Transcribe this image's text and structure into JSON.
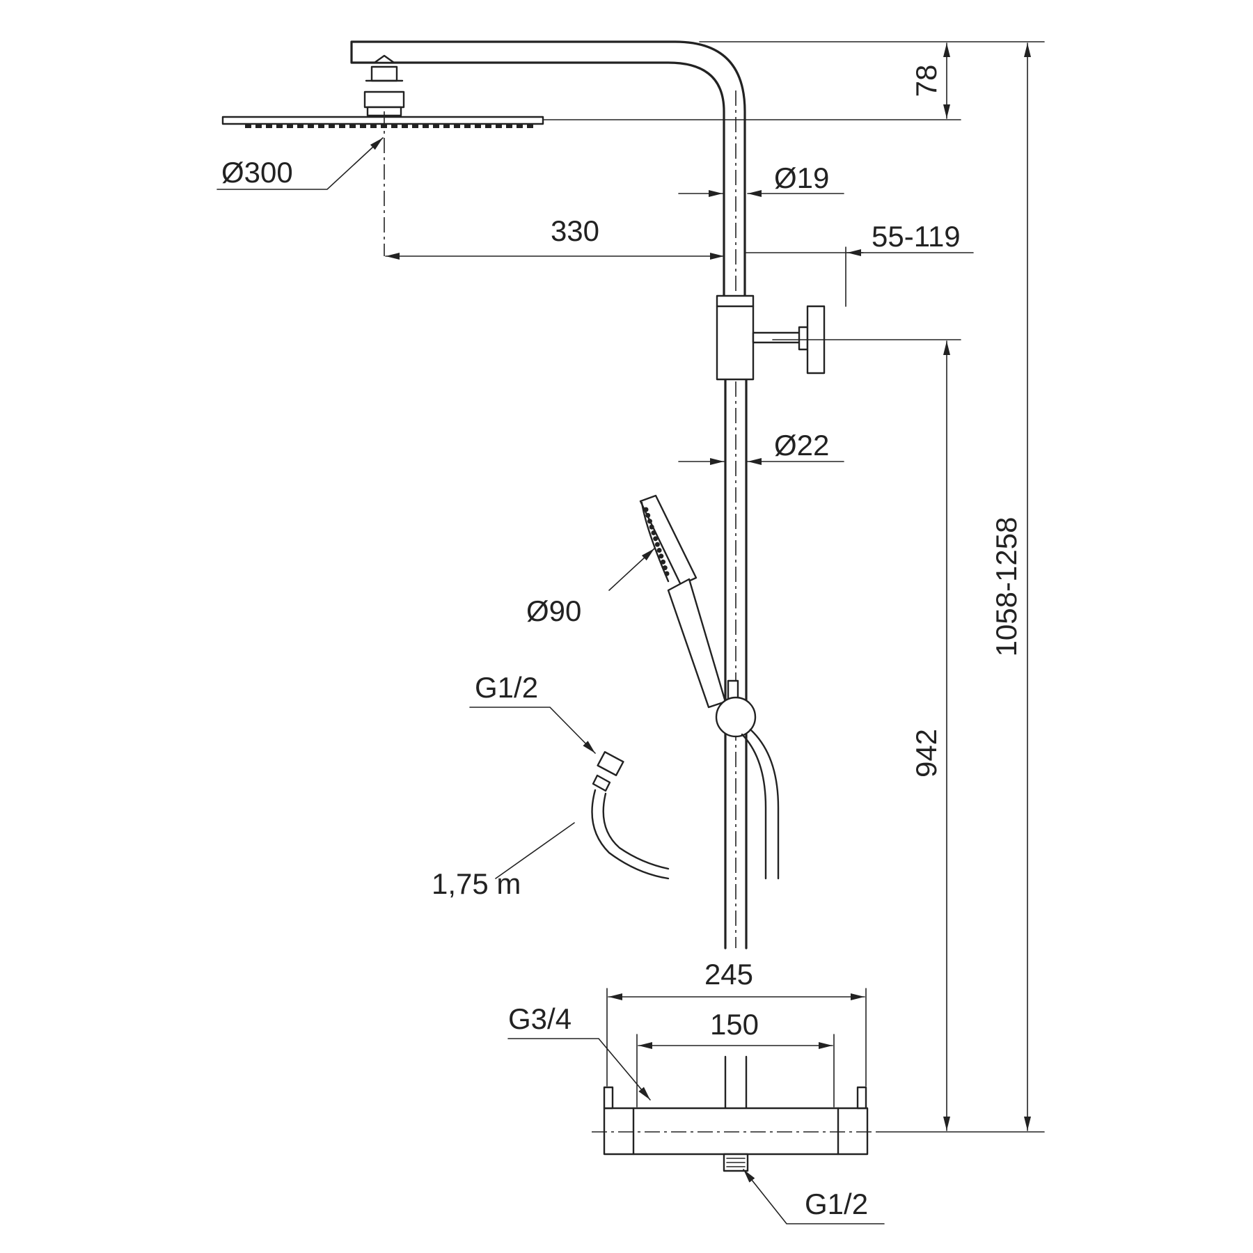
{
  "colors": {
    "line": "#222222",
    "background": "#ffffff"
  },
  "dimensions": {
    "head_diameter": "Ø300",
    "arm_height": "78",
    "arm_pipe_diameter": "Ø19",
    "arm_reach": "330",
    "wall_bracket_distance": "55-119",
    "riser_pipe_diameter": "Ø22",
    "hand_shower_diameter": "Ø90",
    "hose_connection": "G1/2",
    "hose_length": "1,75 m",
    "total_height": "1058-1258",
    "bracket_height": "942",
    "mixer_width": "245",
    "inlet_spacing": "150",
    "inlet_thread": "G3/4",
    "outlet_thread": "G1/2"
  }
}
